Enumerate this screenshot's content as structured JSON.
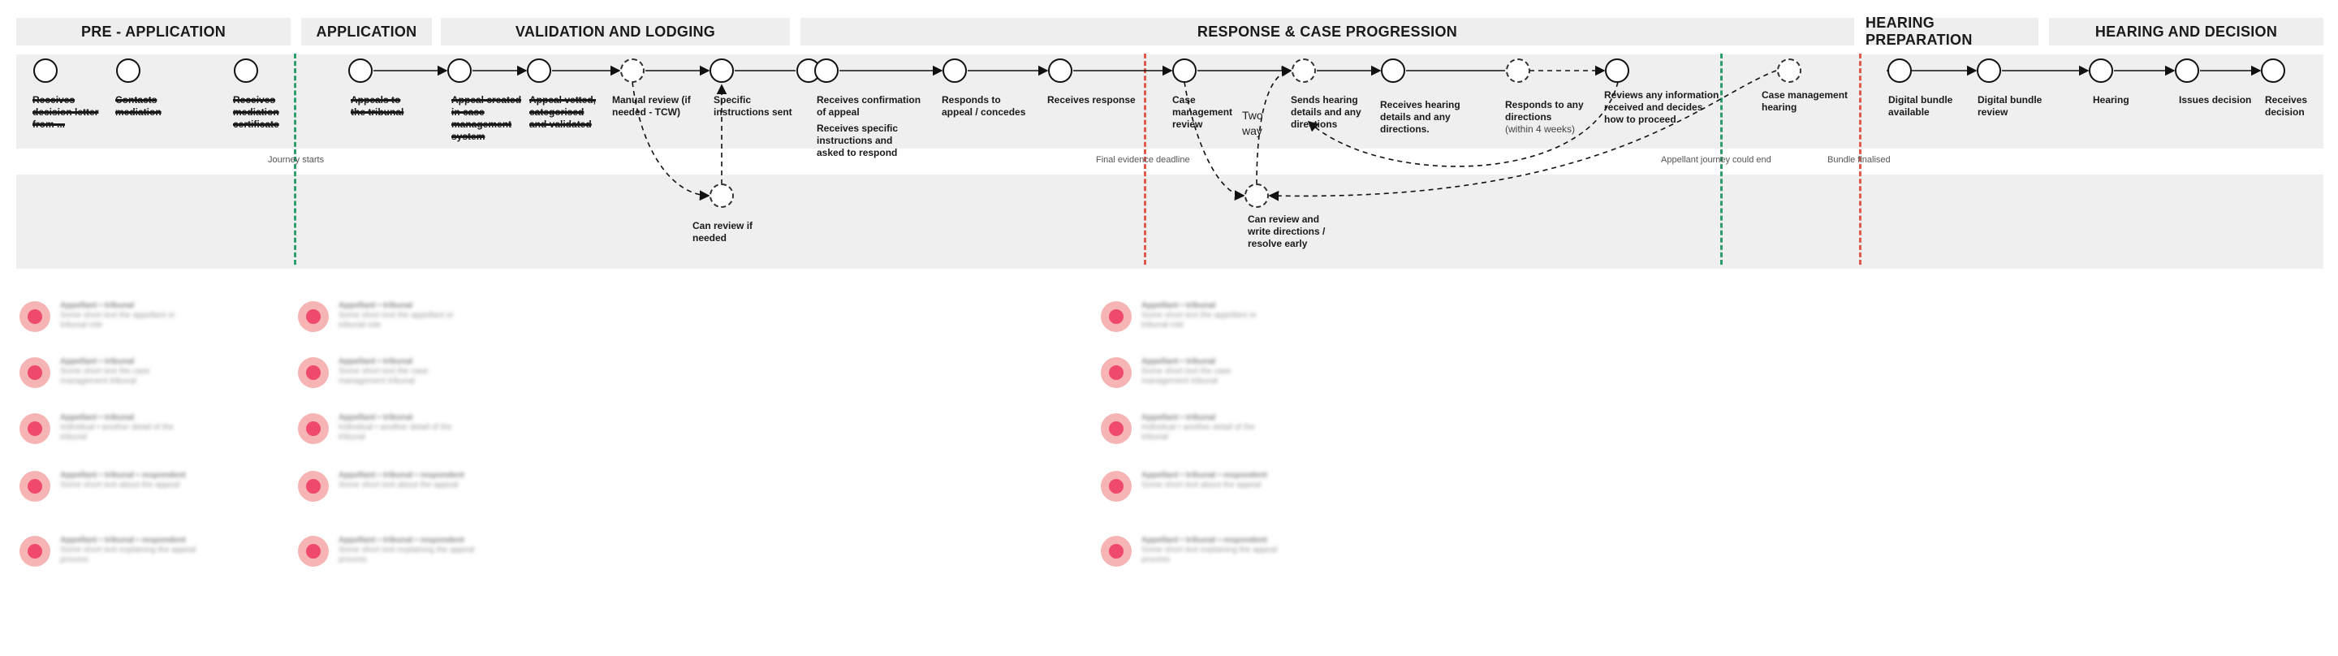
{
  "phases": [
    {
      "id": "pre",
      "title": "PRE - APPLICATION"
    },
    {
      "id": "app",
      "title": "APPLICATION"
    },
    {
      "id": "val",
      "title": "VALIDATION AND LODGING"
    },
    {
      "id": "resp",
      "title": "RESPONSE & CASE PROGRESSION"
    },
    {
      "id": "hp",
      "title": "HEARING PREPARATION"
    },
    {
      "id": "hd",
      "title": "HEARING AND DECISION"
    }
  ],
  "steps": [
    {
      "id": "s1",
      "label": "Receives decision letter from ...",
      "struck": true
    },
    {
      "id": "s2",
      "label": "Contacts mediation",
      "struck": true
    },
    {
      "id": "s3",
      "label": "Receives mediation certificate",
      "struck": true
    },
    {
      "id": "s4",
      "label": "Appeals to the tribunal",
      "struck": true
    },
    {
      "id": "s5",
      "label": "Appeal created in case management system",
      "struck": true
    },
    {
      "id": "s6",
      "label": "Appeal vetted, categorised and validated",
      "struck": true
    },
    {
      "id": "s7",
      "label": "Manual review (if needed - TCW)"
    },
    {
      "id": "s8",
      "label": "Specific instructions sent"
    },
    {
      "id": "s9",
      "label": "Receives confirmation of appeal"
    },
    {
      "id": "s9b",
      "label": "Receives specific instructions and asked to respond"
    },
    {
      "id": "s10",
      "label": "Responds to appeal / concedes"
    },
    {
      "id": "s11",
      "label": "Receives response"
    },
    {
      "id": "s12",
      "label": "Case management review"
    },
    {
      "id": "s13",
      "label": "Sends hearing details and any directions"
    },
    {
      "id": "s14",
      "label": "Receives hearing details and any directions."
    },
    {
      "id": "s15",
      "label": "Responds to any directions",
      "sub": "(within 4 weeks)"
    },
    {
      "id": "s16",
      "label": "Reviews any information received and decides how to proceed"
    },
    {
      "id": "s17",
      "label": "Case management hearing"
    },
    {
      "id": "s18",
      "label": "Digital bundle available"
    },
    {
      "id": "s19",
      "label": "Digital bundle review"
    },
    {
      "id": "s20",
      "label": "Hearing"
    },
    {
      "id": "s21",
      "label": "Issues decision"
    },
    {
      "id": "s22",
      "label": "Receives decision"
    }
  ],
  "side_steps": [
    {
      "id": "r1",
      "label": "Can review if needed"
    },
    {
      "id": "r2",
      "label": "Can review and write directions / resolve early"
    }
  ],
  "two_way_label": "Two way",
  "milestones": [
    {
      "id": "m1",
      "label": "Journey starts",
      "color": "#2e9e6b"
    },
    {
      "id": "m2",
      "label": "Final evidence deadline",
      "color": "#e05a4b"
    },
    {
      "id": "m3",
      "label": "Appellant journey could end",
      "color": "#2e9e6b"
    },
    {
      "id": "m4",
      "label": "Bundle finalised",
      "color": "#e05a4b"
    }
  ],
  "legend_columns": [
    {
      "items": [
        {
          "title": "Appellant • tribunal",
          "text": "Some short text the appellant or tribunal role"
        },
        {
          "title": "Appellant • tribunal",
          "text": "Some short text the case management tribunal"
        },
        {
          "title": "Appellant • tribunal",
          "text": "Individual • another detail of the tribunal"
        },
        {
          "title": "Appellant • tribunal • respondent",
          "text": "Some short text about the appeal"
        },
        {
          "title": "Appellant • tribunal • respondent",
          "text": "Some short text explaining the appeal process"
        }
      ]
    },
    {
      "items": [
        {
          "title": "Appellant • tribunal",
          "text": "Some short text the appellant or tribunal role"
        },
        {
          "title": "Appellant • tribunal",
          "text": "Some short text the case management tribunal"
        },
        {
          "title": "Appellant • tribunal",
          "text": "Individual • another detail of the tribunal"
        },
        {
          "title": "Appellant • tribunal • respondent",
          "text": "Some short text about the appeal"
        },
        {
          "title": "Appellant • tribunal • respondent",
          "text": "Some short text explaining the appeal process"
        }
      ]
    },
    {
      "items": [
        {
          "title": "Appellant • tribunal",
          "text": "Some short text the appellant or tribunal role"
        },
        {
          "title": "Appellant • tribunal",
          "text": "Some short text the case management tribunal"
        },
        {
          "title": "Appellant • tribunal",
          "text": "Individual • another detail of the tribunal"
        },
        {
          "title": "Appellant • tribunal • respondent",
          "text": "Some short text about the appeal"
        },
        {
          "title": "Appellant • tribunal • respondent",
          "text": "Some short text explaining the appeal process"
        }
      ]
    }
  ],
  "colors": {
    "milestone_green": "#2e9e6b",
    "milestone_red": "#e05a4b",
    "legend_dot": "#ef4a6e",
    "lane": "#efefef"
  }
}
